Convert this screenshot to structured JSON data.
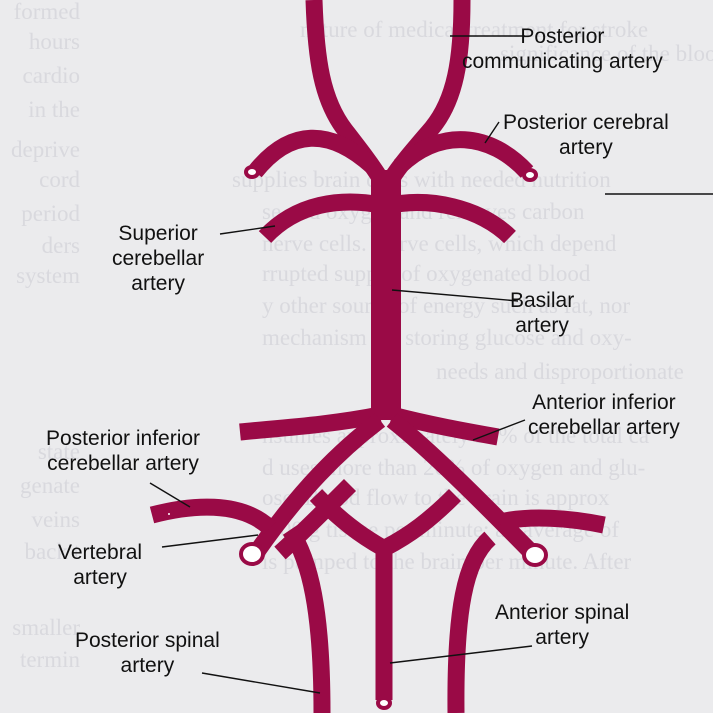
{
  "diagram": {
    "subject": "Arteries of the brainstem and spinal cord (posterior circulation)",
    "vessel_color": "#9a0a46",
    "leader_color": "#111111",
    "labels": {
      "posterior_communicating": [
        "Posterior",
        "communicating artery"
      ],
      "posterior_cerebral": [
        "Posterior cerebral",
        "artery"
      ],
      "superior_cerebellar": [
        "Superior",
        "cerebellar",
        "artery"
      ],
      "basilar": [
        "Basilar",
        "artery"
      ],
      "anterior_inferior_cerebellar": [
        "Anterior inferior",
        "cerebellar artery"
      ],
      "posterior_inferior_cerebellar": [
        "Posterior inferior",
        "cerebellar artery"
      ],
      "vertebral": [
        "Vertebral",
        "artery"
      ],
      "anterior_spinal": [
        "Anterior spinal",
        "artery"
      ],
      "posterior_spinal": [
        "Posterior spinal",
        "artery"
      ]
    },
    "background_text_lines": [
      "nature of medical treatment for stroke",
      "significance of the blood",
      "supplies brain cells with needed nutrition",
      "se and oxygen and removes carbon",
      "nerve cells. Nerve cells, which depend",
      "rrupted supply of oxygenated blood",
      "y other source of energy such as fat, nor",
      "mechanism for storing glucose and oxy-",
      "needs and disproportionate",
      "nsumes approximately 20% of the total ca",
      "d uses more than 20% of oxygen and glu-",
      "ose. Blood flow to the brain is approx",
      "/100 g tissue per minute; an average of",
      "is pumped to the brain per minute. After"
    ],
    "background_margin_words": [
      "formed",
      "hours",
      "cardio",
      "in the",
      "deprive",
      "cord",
      "period",
      "ders",
      "system",
      "state",
      "genate",
      "veins",
      "back t",
      "smaller",
      "termin"
    ]
  }
}
